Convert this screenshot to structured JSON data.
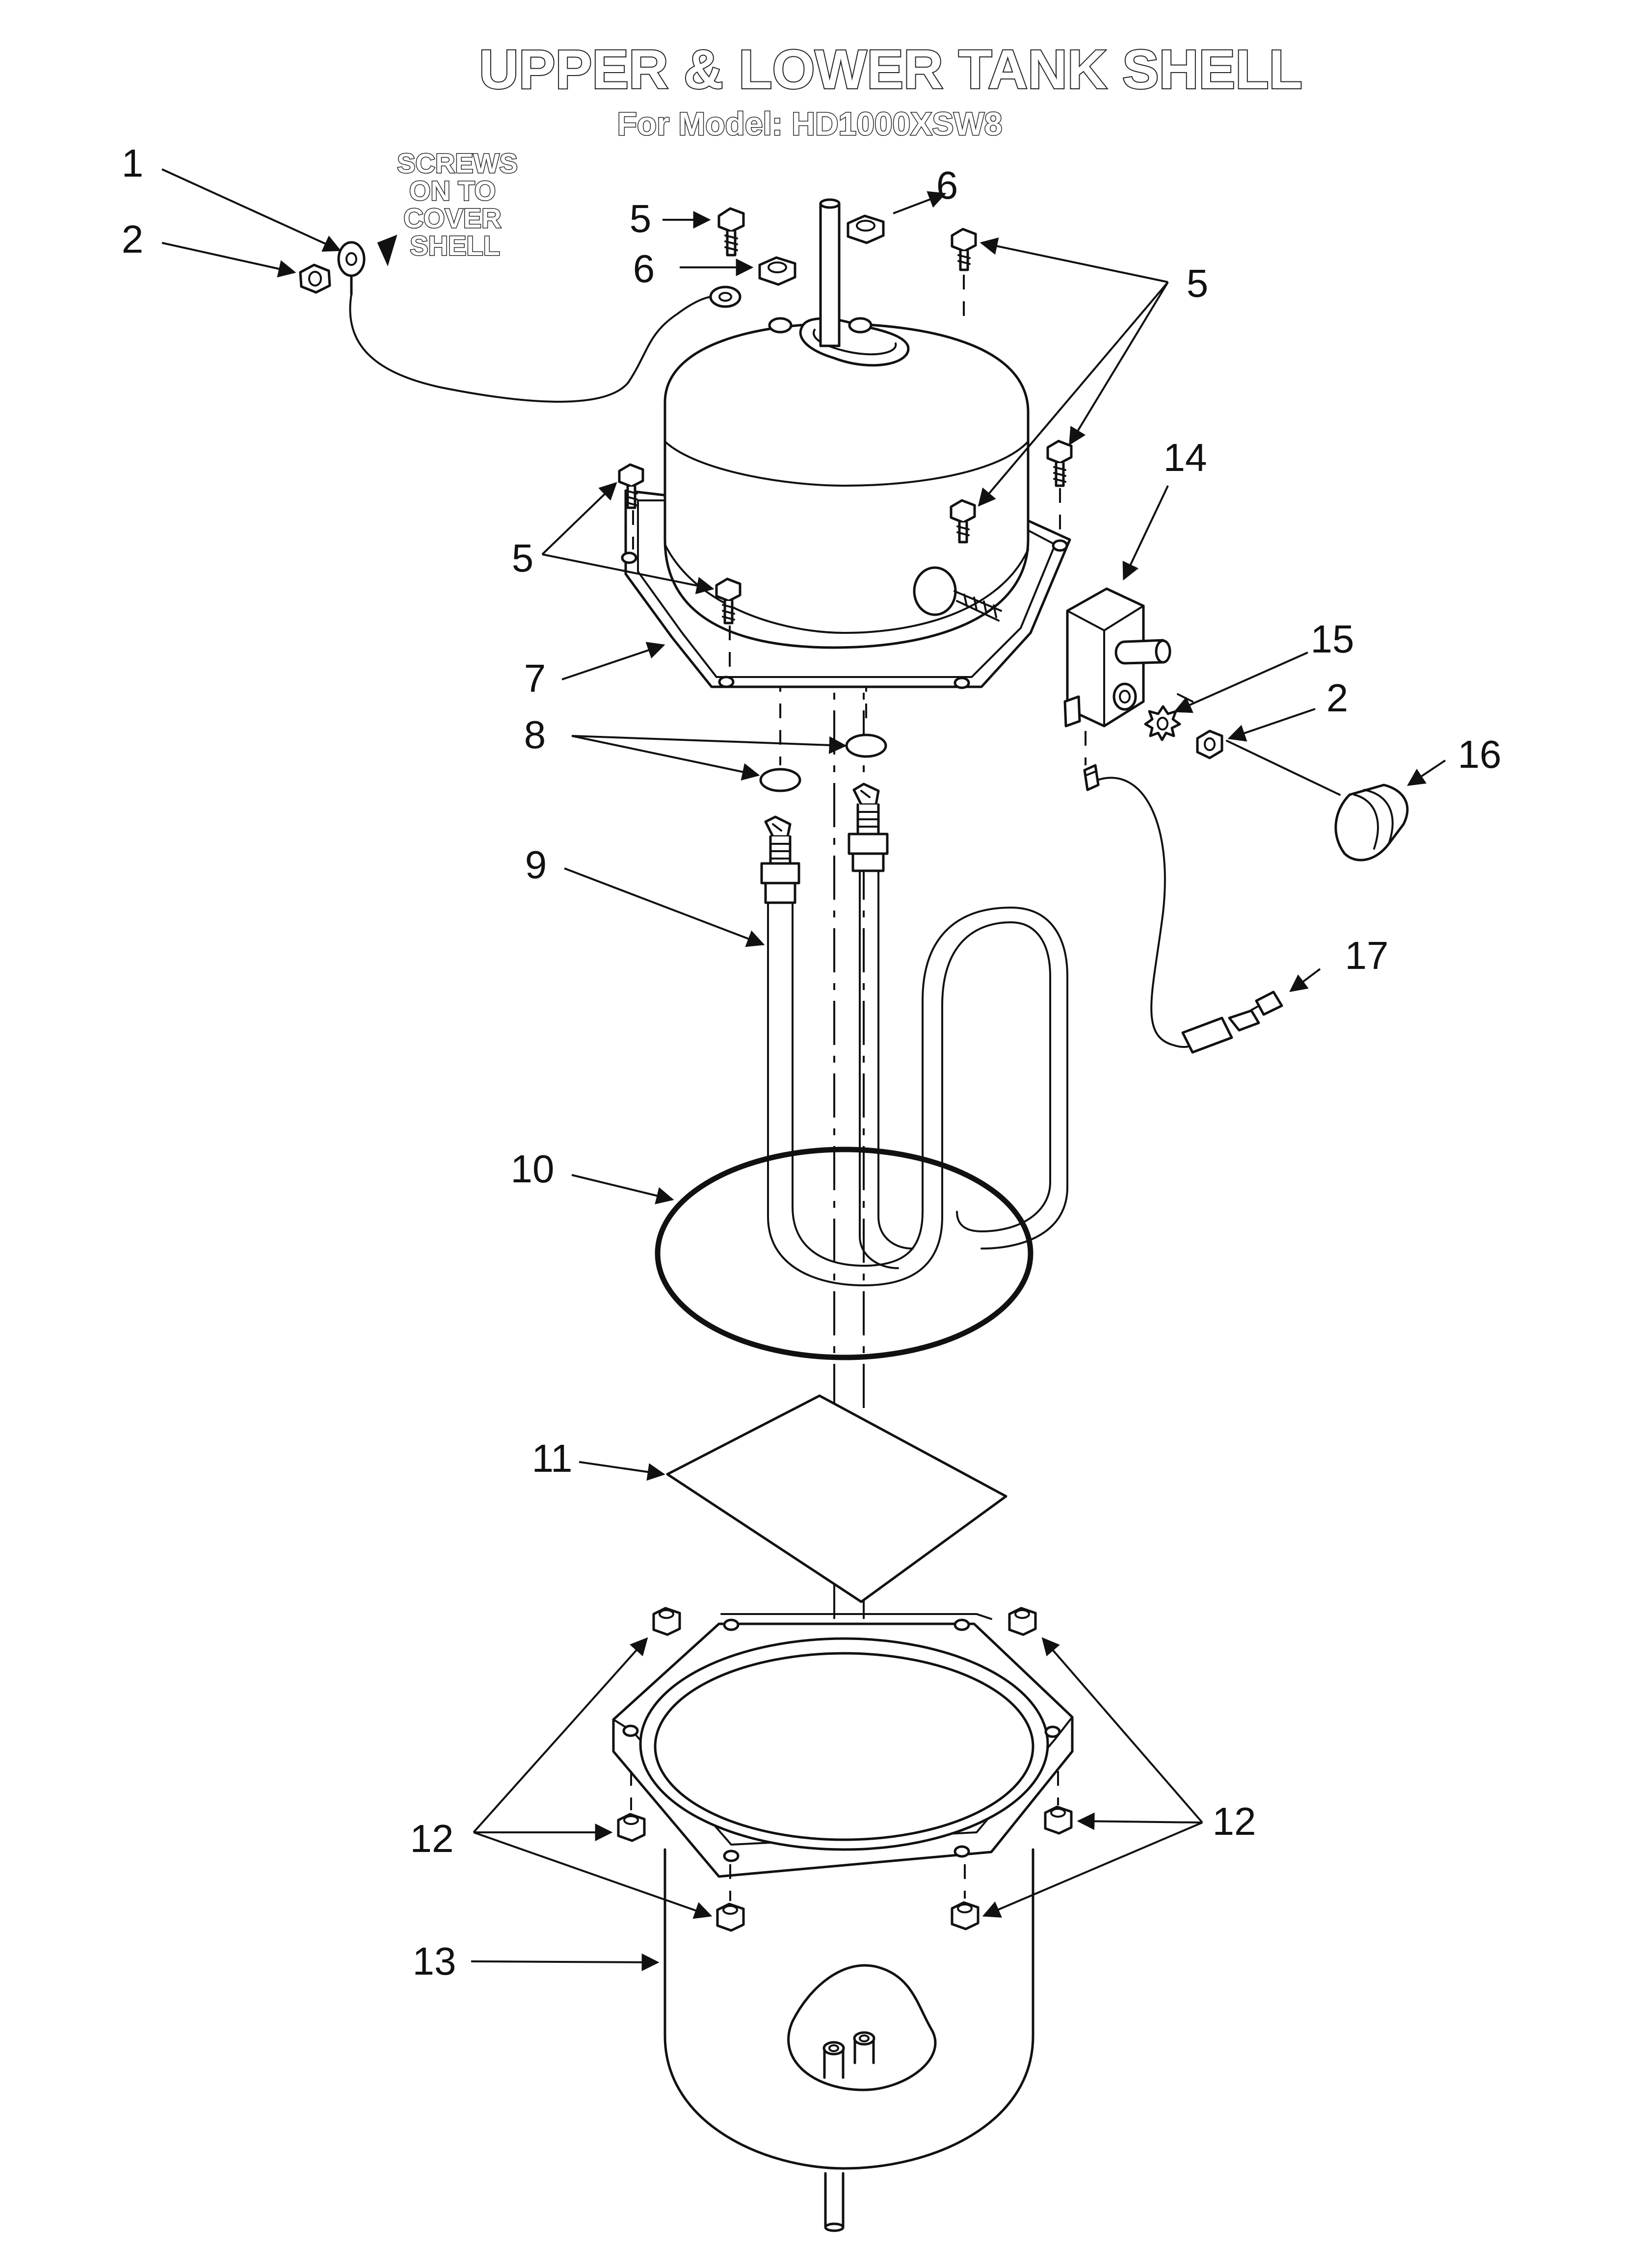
{
  "header": {
    "title": "UPPER & LOWER TANK SHELL",
    "model_line": "For Model: HD1000XSW8"
  },
  "note": {
    "lines": [
      "SCREWS",
      "ON TO",
      "COVER",
      "SHELL"
    ]
  },
  "callouts": {
    "c1": "1",
    "c2": "2",
    "c2b": "2",
    "c5a": "5",
    "c5b": "5",
    "c5c": "5",
    "c6a": "6",
    "c6b": "6",
    "c7": "7",
    "c8": "8",
    "c9": "9",
    "c10": "10",
    "c11": "11",
    "c12a": "12",
    "c12b": "12",
    "c13": "13",
    "c14": "14",
    "c15": "15",
    "c16": "16",
    "c17": "17"
  }
}
